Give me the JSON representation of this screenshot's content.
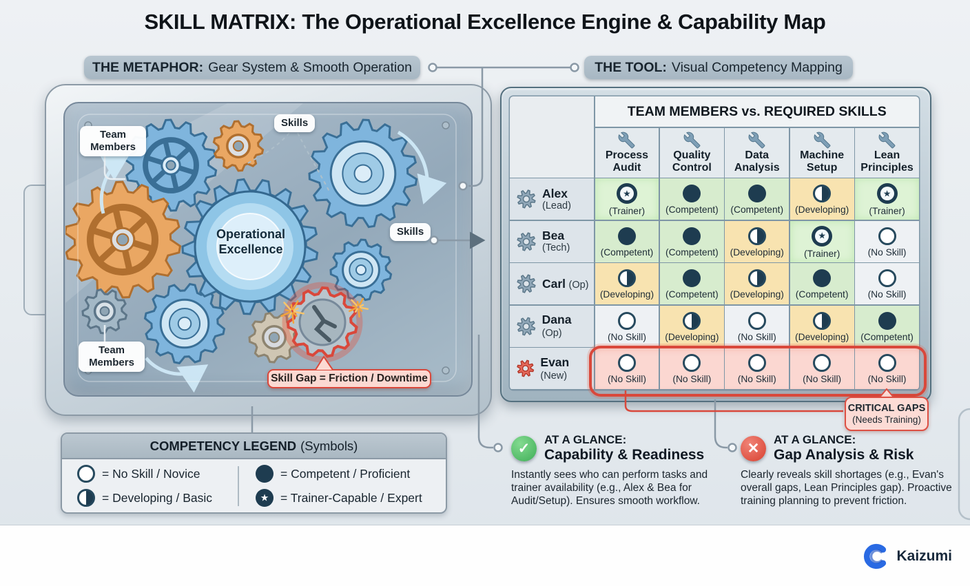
{
  "title": "SKILL MATRIX: The Operational Excellence Engine & Capability Map",
  "badges": {
    "metaphor_label": "THE METAPHOR:",
    "metaphor_text": "Gear System & Smooth Operation",
    "tool_label": "THE TOOL:",
    "tool_text": "Visual Competency Mapping"
  },
  "illustration": {
    "team_members_top": "Team Members",
    "team_members_bottom": "Team Members",
    "skills_top": "Skills",
    "skills_right": "Skills",
    "center_gear": "Operational Excellence",
    "skill_gap_callout": "Skill Gap = Friction / Downtime"
  },
  "matrix": {
    "header": "TEAM MEMBERS vs. REQUIRED SKILLS",
    "skills": [
      "Process Audit",
      "Quality Control",
      "Data Analysis",
      "Machine Setup",
      "Lean Principles"
    ],
    "rows": [
      {
        "name": "Alex",
        "role": "(Lead)",
        "layout": "stack",
        "highlight": false,
        "cells": [
          {
            "level": "trainer",
            "label": "(Trainer)"
          },
          {
            "level": "competent",
            "label": "(Competent)"
          },
          {
            "level": "competent",
            "label": "(Competent)"
          },
          {
            "level": "developing",
            "label": "(Developing)"
          },
          {
            "level": "trainer",
            "label": "(Trainer)"
          }
        ]
      },
      {
        "name": "Bea",
        "role": "(Tech)",
        "layout": "stack",
        "highlight": false,
        "cells": [
          {
            "level": "competent",
            "label": "(Competent)"
          },
          {
            "level": "competent",
            "label": "(Competent)"
          },
          {
            "level": "developing",
            "label": "(Developing)"
          },
          {
            "level": "trainer",
            "label": "(Trainer)"
          },
          {
            "level": "noskill",
            "label": "(No Skill)"
          }
        ]
      },
      {
        "name": "Carl",
        "role": "(Op)",
        "layout": "inline",
        "highlight": false,
        "cells": [
          {
            "level": "developing",
            "label": "(Developing)"
          },
          {
            "level": "competent",
            "label": "(Competent)"
          },
          {
            "level": "developing",
            "label": "(Developing)"
          },
          {
            "level": "competent",
            "label": "(Competent)"
          },
          {
            "level": "noskill",
            "label": "(No Skill)"
          }
        ]
      },
      {
        "name": "Dana",
        "role": "(Op)",
        "layout": "inline",
        "highlight": false,
        "cells": [
          {
            "level": "noskill",
            "label": "(No Skill)"
          },
          {
            "level": "developing",
            "label": "(Developing)"
          },
          {
            "level": "noskill",
            "label": "(No Skill)"
          },
          {
            "level": "developing",
            "label": "(Developing)"
          },
          {
            "level": "competent",
            "label": "(Competent)"
          }
        ]
      },
      {
        "name": "Evan",
        "role": "(New)",
        "layout": "inline",
        "highlight": true,
        "cells": [
          {
            "level": "noskill",
            "label": "(No Skill)"
          },
          {
            "level": "noskill",
            "label": "(No Skill)"
          },
          {
            "level": "noskill",
            "label": "(No Skill)"
          },
          {
            "level": "noskill",
            "label": "(No Skill)"
          },
          {
            "level": "noskill",
            "label": "(No Skill)"
          }
        ]
      }
    ]
  },
  "critical_gaps": {
    "line1": "CRITICAL GAPS",
    "line2": "(Needs Training)"
  },
  "legend": {
    "title": "COMPETENCY LEGEND",
    "title_suffix": "(Symbols)",
    "items": [
      {
        "level": "noskill",
        "text": "= No Skill / Novice"
      },
      {
        "level": "developing",
        "text": "= Developing / Basic"
      },
      {
        "level": "competent",
        "text": "= Competent / Proficient"
      },
      {
        "level": "trainer",
        "text": "= Trainer-Capable / Expert"
      }
    ]
  },
  "glance_left": {
    "kicker": "AT A GLANCE:",
    "title": "Capability & Readiness",
    "body": "Instantly sees who can perform tasks and trainer availability (e.g., Alex & Bea for Audit/Setup). Ensures smooth workflow."
  },
  "glance_right": {
    "kicker": "AT A GLANCE:",
    "title": "Gap Analysis & Risk",
    "body": "Clearly reveals skill shortages (e.g., Evan's overall gaps, Lean Principles gap). Proactive training planning to prevent friction."
  },
  "brand": {
    "name": "Kaizumi"
  },
  "colors": {
    "green_cell": "#d7ecce",
    "amber_cell": "#f8e3b0",
    "pink_cell": "#fbd7d1",
    "red_accent": "#d9483b",
    "navy_symbol": "#1e3c50",
    "steel_blue": "#7e9fb6",
    "brand_blue": "#2a6ae3",
    "check_green": "#3fae57"
  }
}
